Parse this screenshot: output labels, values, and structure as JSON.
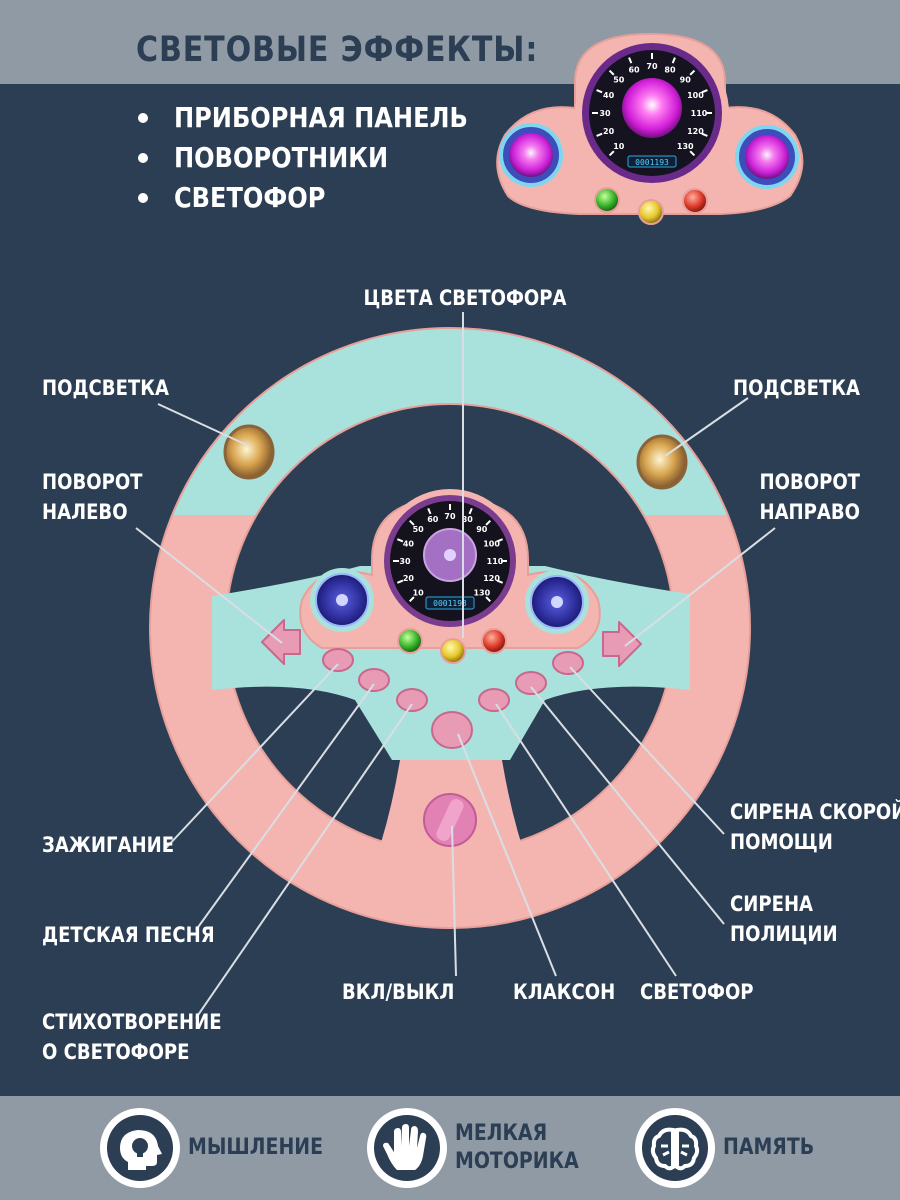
{
  "header": {
    "title": "СВЕТОВЫЕ ЭФФЕКТЫ:",
    "items": [
      "ПРИБОРНАЯ ПАНЕЛЬ",
      "ПОВОРОТНИКИ",
      "СВЕТОФОР"
    ]
  },
  "dashboard": {
    "speed_ticks": [
      "10",
      "20",
      "30",
      "40",
      "50",
      "60",
      "70",
      "80",
      "90",
      "100",
      "110",
      "120",
      "130"
    ],
    "odometer": "0001193"
  },
  "labels": {
    "traffic_light_colors": "ЦВЕТА СВЕТОФОРА",
    "backlight_left": "ПОДСВЕТКА",
    "backlight_right": "ПОДСВЕТКА",
    "turn_left_1": "ПОВОРОТ",
    "turn_left_2": "НАЛЕВО",
    "turn_right_1": "ПОВОРОТ",
    "turn_right_2": "НАПРАВО",
    "ignition": "ЗАЖИГАНИЕ",
    "kids_song": "ДЕТСКАЯ ПЕСНЯ",
    "poem_1": "СТИХОТВОРЕНИЕ",
    "poem_2": "О СВЕТОФОРЕ",
    "power": "ВКЛ/ВЫКЛ",
    "horn": "КЛАКСОН",
    "traffic_light": "СВЕТОФОР",
    "ambulance_1": "СИРЕНА СКОРОЙ",
    "ambulance_2": "ПОМОЩИ",
    "police_1": "СИРЕНА",
    "police_2": "ПОЛИЦИИ"
  },
  "features": [
    {
      "label": "МЫШЛЕНИЕ",
      "icon": "head-bulb-icon"
    },
    {
      "label": "МЕЛКАЯ\nМОТОРИКА",
      "icon": "hand-icon"
    },
    {
      "label": "ПАМЯТЬ",
      "icon": "brain-icon"
    }
  ],
  "colors": {
    "background": "#2c3e53",
    "band": "#8f9aa5",
    "wheel_pink": "#f4b5b0",
    "wheel_mint": "#a9e2dc",
    "button_pink": "#e89bb4"
  }
}
